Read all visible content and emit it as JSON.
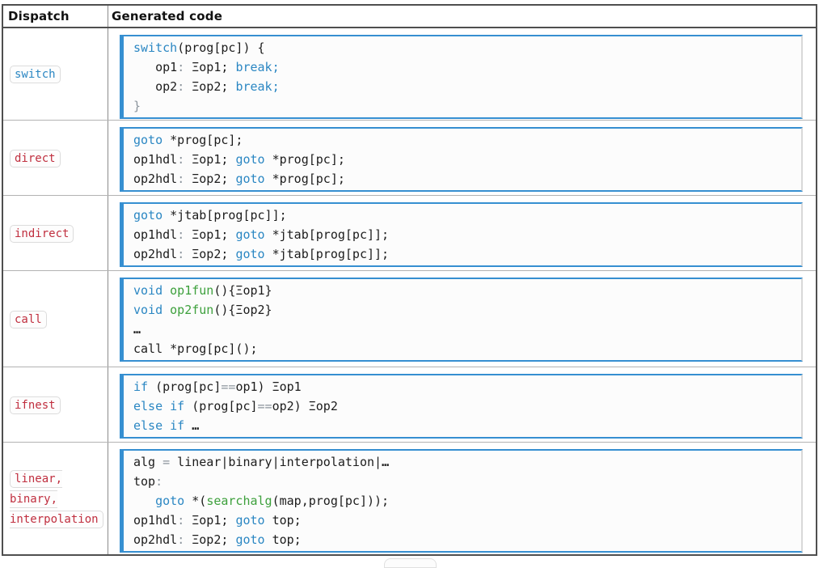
{
  "colors": {
    "keyword": "#2b87c3",
    "function": "#3da03c",
    "operator": "#8b949c",
    "text": "#1c1c1c",
    "label-red": "#c02f3f",
    "accent": "#368fd1"
  },
  "table": {
    "headers": [
      "Dispatch",
      "Generated code"
    ],
    "rows": [
      {
        "dispatch": {
          "label": "switch",
          "style": "keyword"
        },
        "code": [
          [
            {
              "c": "kw",
              "t": "switch"
            },
            {
              "c": "tx",
              "t": "(prog[pc]) {"
            }
          ],
          [
            {
              "c": "tx",
              "t": "   op1"
            },
            {
              "c": "op",
              "t": ":"
            },
            {
              "c": "tx",
              "t": " Ξop1; "
            },
            {
              "c": "kw",
              "t": "break;"
            }
          ],
          [
            {
              "c": "tx",
              "t": "   op2"
            },
            {
              "c": "op",
              "t": ":"
            },
            {
              "c": "tx",
              "t": " Ξop2; "
            },
            {
              "c": "kw",
              "t": "break;"
            }
          ],
          [
            {
              "c": "op",
              "t": "}"
            }
          ]
        ]
      },
      {
        "dispatch": {
          "label": "direct",
          "style": "red"
        },
        "code": [
          [
            {
              "c": "kw",
              "t": "goto"
            },
            {
              "c": "tx",
              "t": " *prog[pc];"
            }
          ],
          [
            {
              "c": "tx",
              "t": "op1hdl"
            },
            {
              "c": "op",
              "t": ":"
            },
            {
              "c": "tx",
              "t": " Ξop1; "
            },
            {
              "c": "kw",
              "t": "goto"
            },
            {
              "c": "tx",
              "t": " *prog[pc];"
            }
          ],
          [
            {
              "c": "tx",
              "t": "op2hdl"
            },
            {
              "c": "op",
              "t": ":"
            },
            {
              "c": "tx",
              "t": " Ξop2; "
            },
            {
              "c": "kw",
              "t": "goto"
            },
            {
              "c": "tx",
              "t": " *prog[pc];"
            }
          ]
        ]
      },
      {
        "dispatch": {
          "label": "indirect",
          "style": "red"
        },
        "code": [
          [
            {
              "c": "kw",
              "t": "goto"
            },
            {
              "c": "tx",
              "t": " *jtab[prog[pc]];"
            }
          ],
          [
            {
              "c": "tx",
              "t": "op1hdl"
            },
            {
              "c": "op",
              "t": ":"
            },
            {
              "c": "tx",
              "t": " Ξop1; "
            },
            {
              "c": "kw",
              "t": "goto"
            },
            {
              "c": "tx",
              "t": " *jtab[prog[pc]];"
            }
          ],
          [
            {
              "c": "tx",
              "t": "op2hdl"
            },
            {
              "c": "op",
              "t": ":"
            },
            {
              "c": "tx",
              "t": " Ξop2; "
            },
            {
              "c": "kw",
              "t": "goto"
            },
            {
              "c": "tx",
              "t": " *jtab[prog[pc]];"
            }
          ]
        ]
      },
      {
        "dispatch": {
          "label": "call",
          "style": "red"
        },
        "code": [
          [
            {
              "c": "kw",
              "t": "void"
            },
            {
              "c": "tx",
              "t": " "
            },
            {
              "c": "fn",
              "t": "op1fun"
            },
            {
              "c": "tx",
              "t": "(){Ξop1}"
            }
          ],
          [
            {
              "c": "kw",
              "t": "void"
            },
            {
              "c": "tx",
              "t": " "
            },
            {
              "c": "fn",
              "t": "op2fun"
            },
            {
              "c": "tx",
              "t": "(){Ξop2}"
            }
          ],
          [
            {
              "c": "b",
              "t": "…"
            }
          ],
          [
            {
              "c": "tx",
              "t": "call *prog[pc]();"
            }
          ]
        ]
      },
      {
        "dispatch": {
          "label": "ifnest",
          "style": "red"
        },
        "code": [
          [
            {
              "c": "kw",
              "t": "if"
            },
            {
              "c": "tx",
              "t": " (prog[pc]"
            },
            {
              "c": "op",
              "t": "=="
            },
            {
              "c": "tx",
              "t": "op1) Ξop1"
            }
          ],
          [
            {
              "c": "kw",
              "t": "else"
            },
            {
              "c": "tx",
              "t": " "
            },
            {
              "c": "kw",
              "t": "if"
            },
            {
              "c": "tx",
              "t": " (prog[pc]"
            },
            {
              "c": "op",
              "t": "=="
            },
            {
              "c": "tx",
              "t": "op2) Ξop2"
            }
          ],
          [
            {
              "c": "kw",
              "t": "else"
            },
            {
              "c": "tx",
              "t": " "
            },
            {
              "c": "kw",
              "t": "if"
            },
            {
              "c": "tx",
              "t": " "
            },
            {
              "c": "b",
              "t": "…"
            }
          ]
        ]
      },
      {
        "dispatch": {
          "label": "linear, binary, interpolation",
          "style": "red"
        },
        "code": [
          [
            {
              "c": "tx",
              "t": "alg "
            },
            {
              "c": "op",
              "t": "="
            },
            {
              "c": "tx",
              "t": " linear|binary|interpolation|"
            },
            {
              "c": "b",
              "t": "…"
            }
          ],
          [
            {
              "c": "tx",
              "t": "top"
            },
            {
              "c": "op",
              "t": ":"
            }
          ],
          [
            {
              "c": "tx",
              "t": "   "
            },
            {
              "c": "kw",
              "t": "goto"
            },
            {
              "c": "tx",
              "t": " *("
            },
            {
              "c": "fn",
              "t": "searchalg"
            },
            {
              "c": "tx",
              "t": "(map,prog[pc]));"
            }
          ],
          [
            {
              "c": "tx",
              "t": "op1hdl"
            },
            {
              "c": "op",
              "t": ":"
            },
            {
              "c": "tx",
              "t": " Ξop1; "
            },
            {
              "c": "kw",
              "t": "goto"
            },
            {
              "c": "tx",
              "t": " top;"
            }
          ],
          [
            {
              "c": "tx",
              "t": "op2hdl"
            },
            {
              "c": "op",
              "t": ":"
            },
            {
              "c": "tx",
              "t": " Ξop2; "
            },
            {
              "c": "kw",
              "t": "goto"
            },
            {
              "c": "tx",
              "t": " top;"
            }
          ]
        ]
      }
    ]
  }
}
